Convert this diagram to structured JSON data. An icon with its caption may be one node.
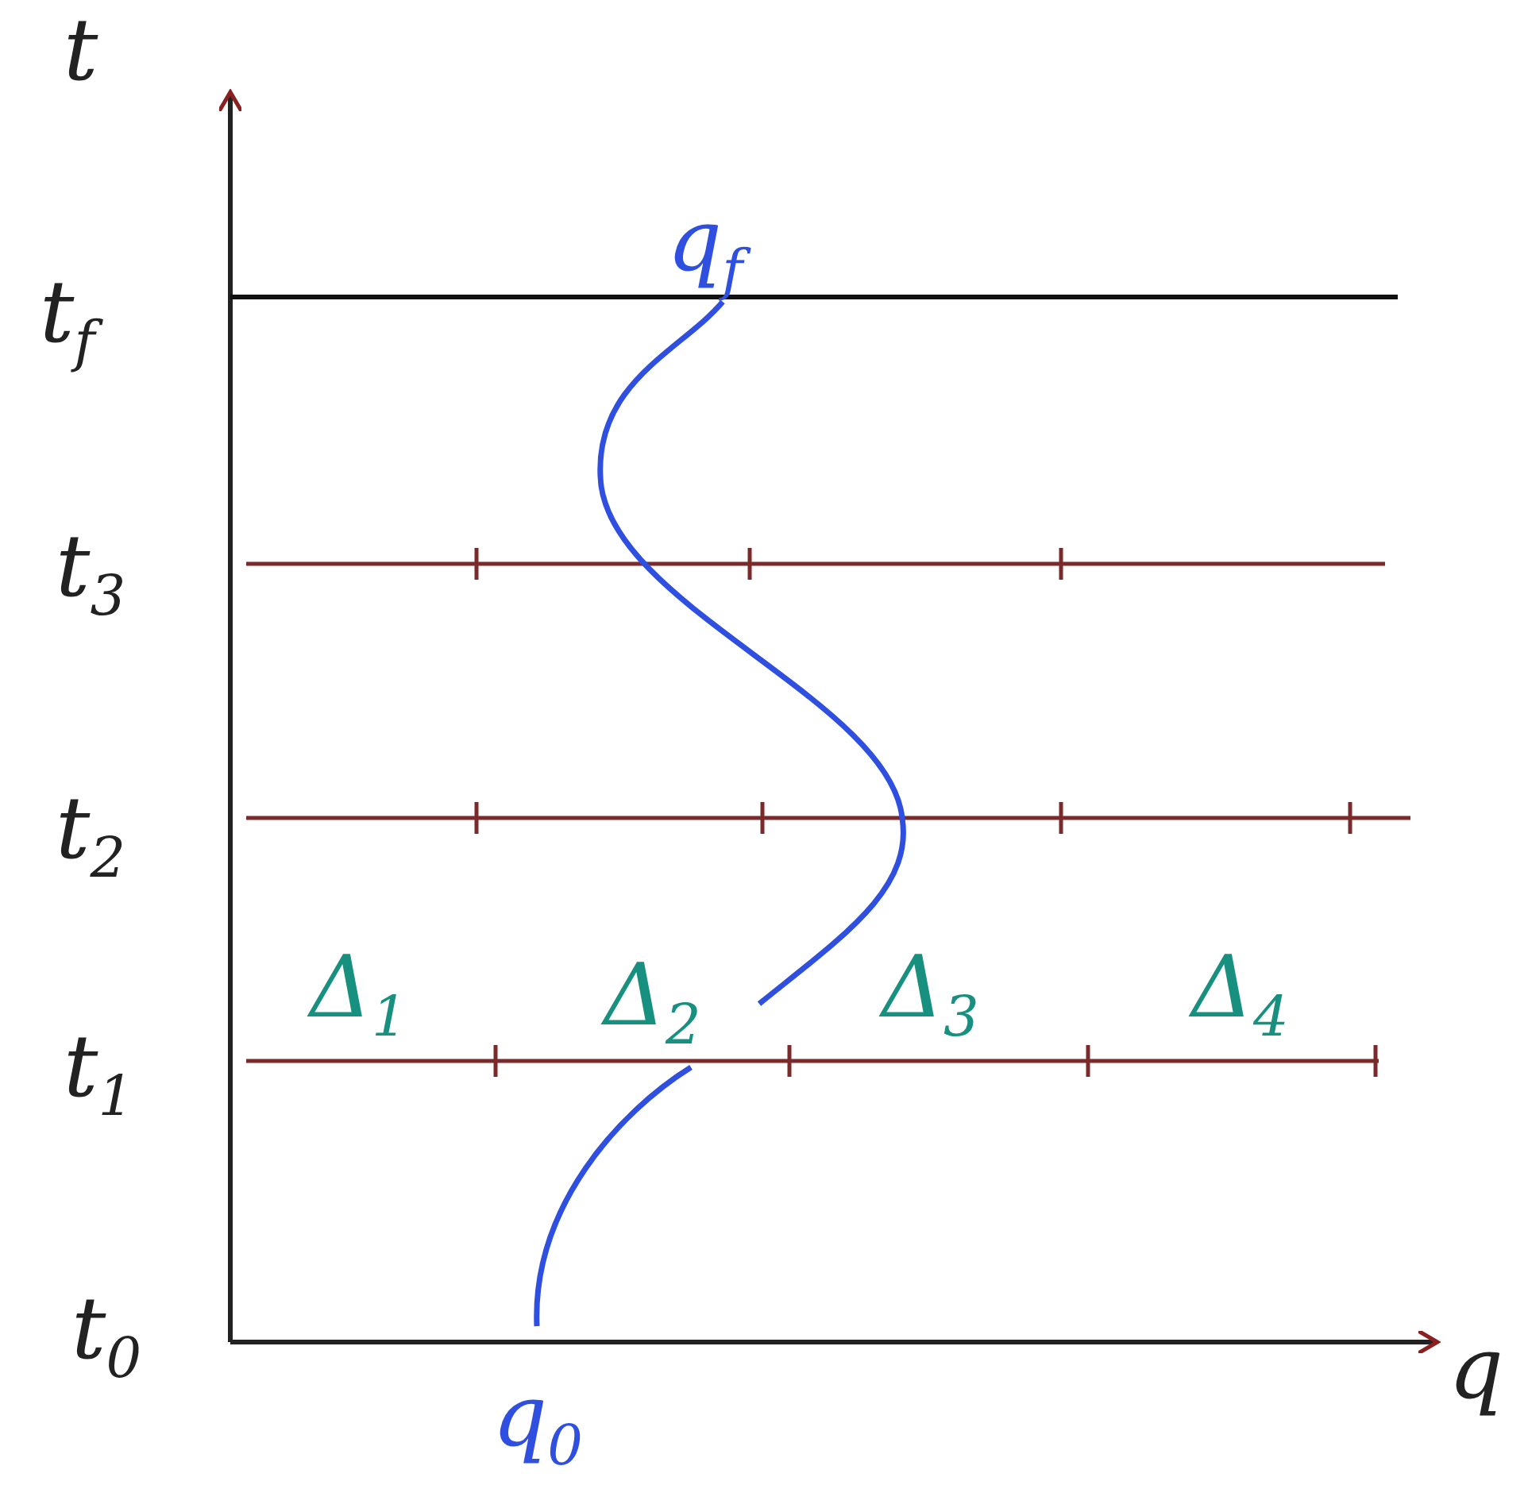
{
  "diagram": {
    "labels": [
      "t",
      "t$_{f}$",
      "q$_{f}$",
      "t$_{3}$",
      "t$_{2}$",
      "Δ$_{1}$",
      "Δ$_{2}$",
      "Δ$_{3}$",
      "Δ$_{4}$",
      "t$_{1}$",
      "t$_{0}$",
      "q",
      "q$_{0}$"
    ]
  }
}
